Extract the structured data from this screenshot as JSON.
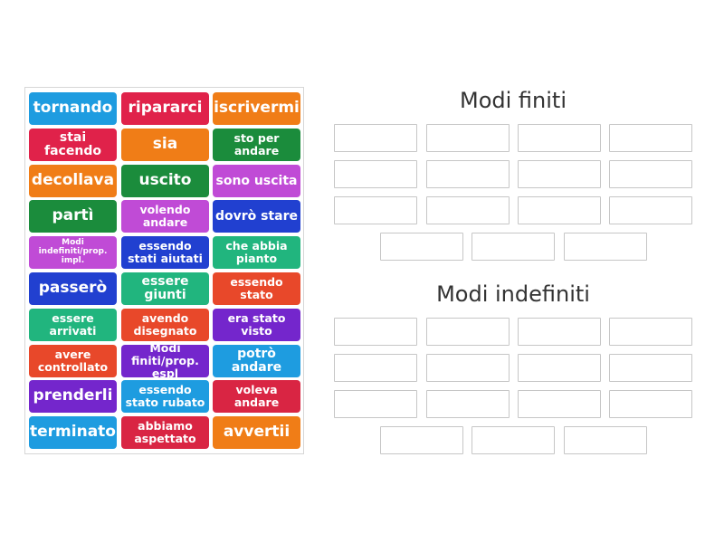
{
  "colors": {
    "blue": "#1e9ce0",
    "red": "#e0224a",
    "orange": "#f07d17",
    "green": "#1b8c3c",
    "purple": "#c04bd6",
    "indigo": "#2140d0",
    "teal": "#21b57e",
    "vermilion": "#e8482a",
    "violet": "#7426cc",
    "crimson": "#d92543"
  },
  "tiles": [
    {
      "label": "tornando",
      "color": "blue",
      "size": "lg"
    },
    {
      "label": "ripararci",
      "color": "red",
      "size": "lg"
    },
    {
      "label": "iscrivermi",
      "color": "orange",
      "size": "lg"
    },
    {
      "label": "stai facendo",
      "color": "red",
      "size": "md"
    },
    {
      "label": "sia",
      "color": "orange",
      "size": "lg"
    },
    {
      "label": "sto per andare",
      "color": "green",
      "size": "sm"
    },
    {
      "label": "decollava",
      "color": "orange",
      "size": "lg"
    },
    {
      "label": "uscito",
      "color": "green",
      "size": "lg"
    },
    {
      "label": "sono uscita",
      "color": "purple",
      "size": "md"
    },
    {
      "label": "partì",
      "color": "green",
      "size": "lg"
    },
    {
      "label": "volendo andare",
      "color": "purple",
      "size": "sm"
    },
    {
      "label": "dovrò stare",
      "color": "indigo",
      "size": "md"
    },
    {
      "label": "Modi indefiniti/prop. impl.",
      "color": "purple",
      "size": "xs"
    },
    {
      "label": "essendo stati aiutati",
      "color": "indigo",
      "size": "sm"
    },
    {
      "label": "che abbia pianto",
      "color": "teal",
      "size": "sm"
    },
    {
      "label": "passerò",
      "color": "indigo",
      "size": "lg"
    },
    {
      "label": "essere giunti",
      "color": "teal",
      "size": "md"
    },
    {
      "label": "essendo stato",
      "color": "vermilion",
      "size": "sm"
    },
    {
      "label": "essere arrivati",
      "color": "teal",
      "size": "sm"
    },
    {
      "label": "avendo disegnato",
      "color": "vermilion",
      "size": "sm"
    },
    {
      "label": "era stato visto",
      "color": "violet",
      "size": "sm"
    },
    {
      "label": "avere controllato",
      "color": "vermilion",
      "size": "sm"
    },
    {
      "label": "Modi finiti/prop. espl",
      "color": "violet",
      "size": "sm"
    },
    {
      "label": "potrò andare",
      "color": "blue",
      "size": "md"
    },
    {
      "label": "prenderli",
      "color": "violet",
      "size": "lg"
    },
    {
      "label": "essendo stato rubato",
      "color": "blue",
      "size": "sm"
    },
    {
      "label": "voleva andare",
      "color": "crimson",
      "size": "sm"
    },
    {
      "label": "terminato",
      "color": "blue",
      "size": "lg"
    },
    {
      "label": "abbiamo aspettato",
      "color": "crimson",
      "size": "sm"
    },
    {
      "label": "avvertii",
      "color": "orange",
      "size": "lg"
    }
  ],
  "groups": [
    {
      "title": "Modi finiti"
    },
    {
      "title": "Modi indefiniti"
    }
  ]
}
